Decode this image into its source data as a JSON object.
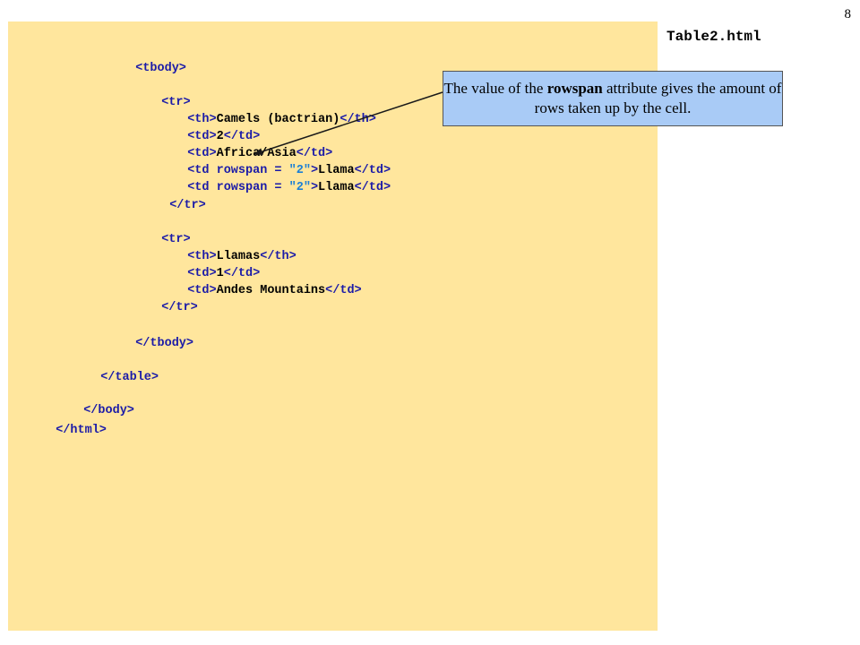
{
  "page_number": "8",
  "file_title": "Table2.html",
  "callout": {
    "pre": "The value of the ",
    "bold": "rowspan",
    "post": " attribute gives the amount of rows taken up by the cell."
  },
  "code": {
    "tbody_open": "<tbody>",
    "tr_open": "<tr>",
    "th_open": "<th>",
    "th_close": "</th>",
    "td_open": "<td>",
    "td_close": "</td>",
    "td_rowspan_open": "<td rowspan = ",
    "rowspan_value": "\"2\"",
    "gt": ">",
    "tr_close": "</tr>",
    "tbody_close": "</tbody>",
    "table_close": "</table>",
    "body_close": "</body>",
    "html_close": "</html>",
    "camels": "Camels (bactrian)",
    "two": "2",
    "africa_asia": "Africa/Asia",
    "llama": "Llama",
    "llamas": "Llamas",
    "one": "1",
    "andes": "Andes Mountains"
  }
}
